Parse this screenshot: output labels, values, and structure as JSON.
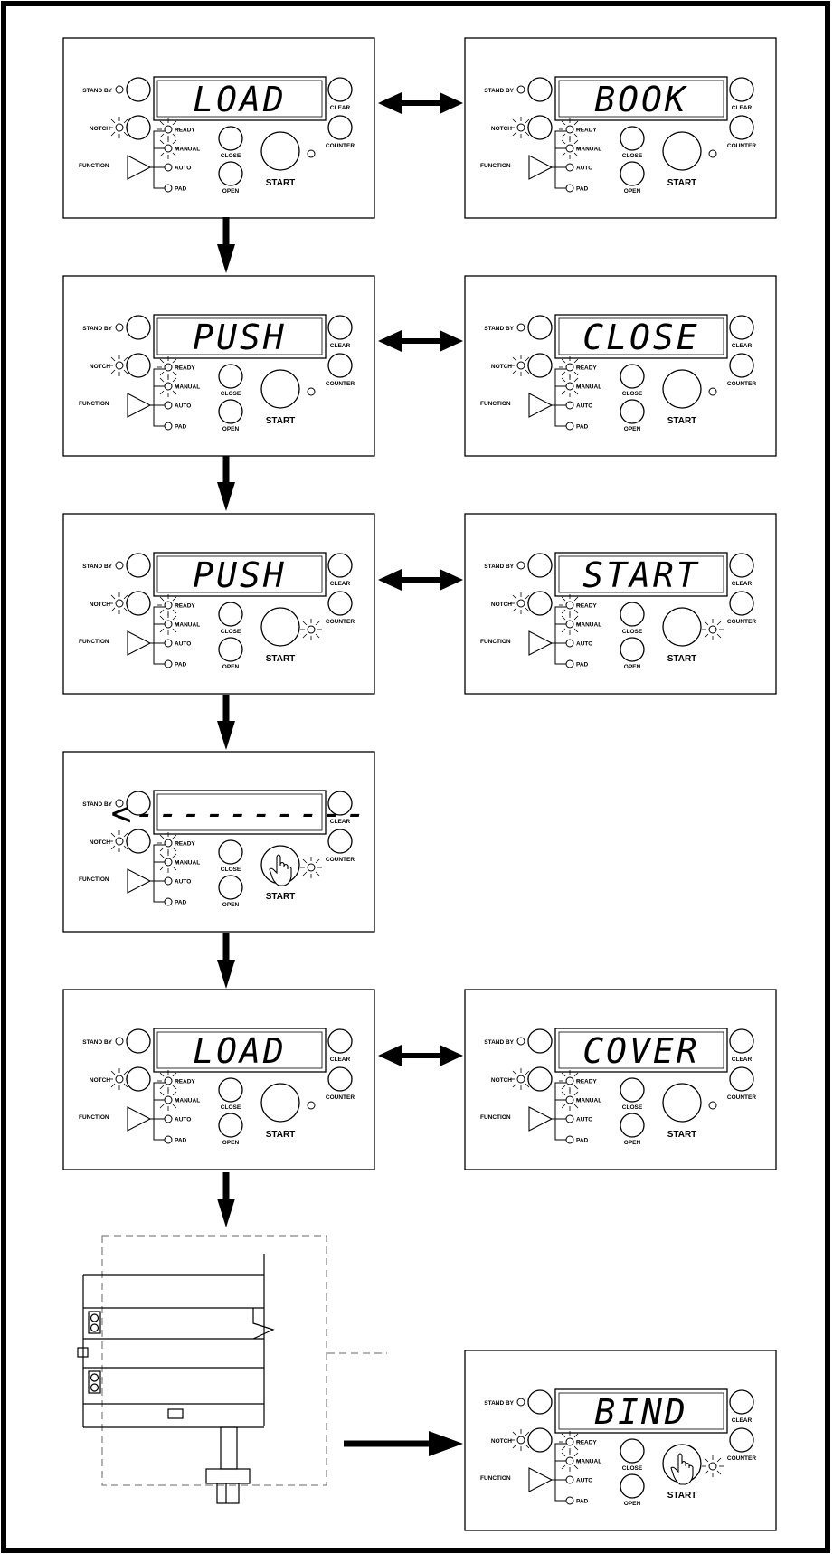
{
  "labels": {
    "stand_by": "STAND BY",
    "notch": "NOTCH",
    "function": "FUNCTION",
    "ready": "READY",
    "manual": "MANUAL",
    "auto": "AUTO",
    "pad": "PAD",
    "close": "CLOSE",
    "open": "OPEN",
    "clear": "CLEAR",
    "counter": "COUNTER",
    "start": "START"
  },
  "panels": [
    {
      "id": "load-1",
      "display": "LOAD",
      "counter_led_lit": false,
      "hand_on_start": false
    },
    {
      "id": "book",
      "display": "BOOK",
      "counter_led_lit": false,
      "hand_on_start": false
    },
    {
      "id": "push-1",
      "display": "PUSH",
      "counter_led_lit": false,
      "hand_on_start": false
    },
    {
      "id": "close",
      "display": "CLOSE",
      "counter_led_lit": false,
      "hand_on_start": false
    },
    {
      "id": "push-2",
      "display": "PUSH",
      "counter_led_lit": true,
      "hand_on_start": false
    },
    {
      "id": "start",
      "display": "START",
      "counter_led_lit": true,
      "hand_on_start": false
    },
    {
      "id": "progress",
      "display": "<----------",
      "counter_led_lit": true,
      "hand_on_start": true
    },
    {
      "id": "load-2",
      "display": "LOAD",
      "counter_led_lit": false,
      "hand_on_start": false
    },
    {
      "id": "cover",
      "display": "COVER",
      "counter_led_lit": false,
      "hand_on_start": false
    },
    {
      "id": "bind",
      "display": "BIND",
      "counter_led_lit": true,
      "hand_on_start": true
    }
  ],
  "lit_leds": [
    "notch",
    "ready",
    "manual"
  ]
}
